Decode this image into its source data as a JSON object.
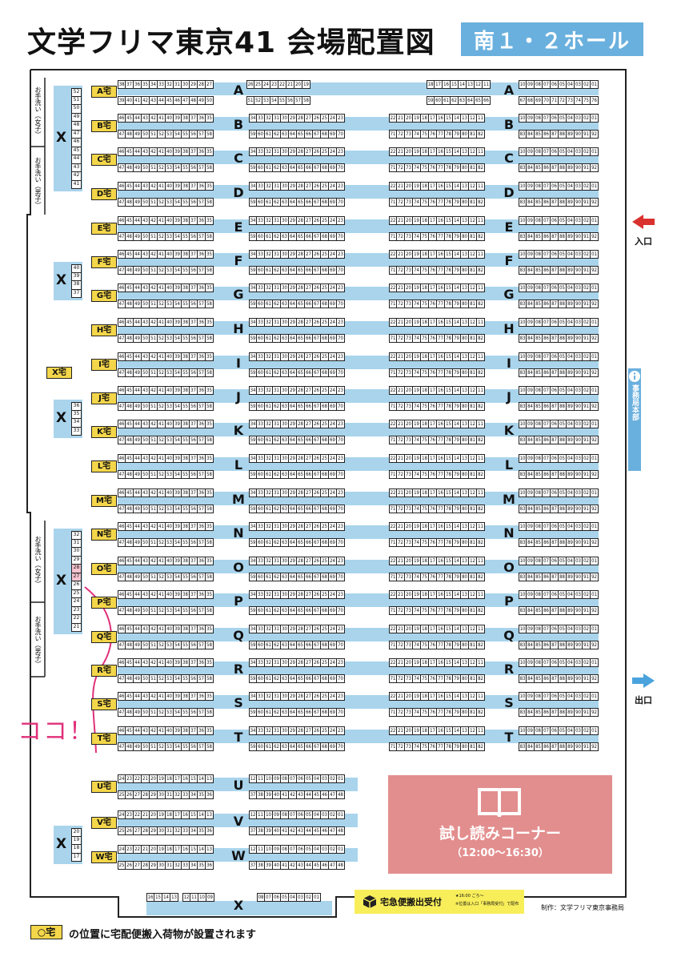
{
  "header": {
    "title": "文学フリマ東京41 会場配置図",
    "hall": "南１・２ホール"
  },
  "colors": {
    "band": "#a9d4ec",
    "accent": "#6ab0de",
    "delivery_yellow": "#f4d64a",
    "trial_corner": "#e38e8e",
    "entrance_arrow": "#d9322e",
    "exit_arrow": "#4aa3dc",
    "annotation": "#e0307a"
  },
  "top_row": {
    "letter": "A",
    "delivery_label": "A宅",
    "top": {
      "g1": [
        38,
        37,
        36,
        35,
        34,
        33,
        32,
        31,
        30,
        29,
        28,
        27
      ],
      "g2": [
        26,
        25,
        24,
        23,
        22,
        21,
        20,
        19
      ],
      "g3": [
        18,
        17,
        16,
        15,
        14,
        13,
        12,
        11
      ],
      "g4": [
        "10",
        "09",
        "08",
        "07",
        "06",
        "05",
        "04",
        "03",
        "02",
        "01"
      ]
    },
    "bottom": {
      "g1": [
        39,
        40,
        41,
        42,
        43,
        44,
        45,
        46,
        47,
        48,
        49,
        50
      ],
      "g2": [
        51,
        52,
        53,
        54,
        55,
        56,
        57,
        58
      ],
      "g3": [
        59,
        60,
        61,
        62,
        63,
        64,
        65,
        66
      ],
      "g4": [
        67,
        68,
        69,
        70,
        71,
        72,
        73,
        74,
        75,
        76
      ]
    }
  },
  "standard_numbers": {
    "top": {
      "g1": [
        46,
        45,
        44,
        43,
        42,
        41,
        40,
        39,
        38,
        37,
        36,
        35
      ],
      "g2": [
        34,
        33,
        32,
        31,
        30,
        29,
        28,
        27,
        26,
        25,
        24,
        23
      ],
      "g3": [
        22,
        21,
        20,
        19,
        18,
        17,
        16,
        15,
        14,
        13,
        12,
        11
      ],
      "g4": [
        "10",
        "09",
        "08",
        "07",
        "06",
        "05",
        "04",
        "03",
        "02",
        "01"
      ]
    },
    "bottom": {
      "g1": [
        47,
        48,
        49,
        50,
        51,
        52,
        53,
        54,
        55,
        56,
        57,
        58
      ],
      "g2": [
        59,
        60,
        61,
        62,
        63,
        64,
        65,
        66,
        67,
        68,
        69,
        70
      ],
      "g3": [
        71,
        72,
        73,
        74,
        75,
        76,
        77,
        78,
        79,
        80,
        81,
        82
      ],
      "g4": [
        83,
        84,
        85,
        86,
        87,
        88,
        89,
        90,
        91,
        92
      ]
    }
  },
  "standard_rows": [
    {
      "letter": "B",
      "delivery": "B宅"
    },
    {
      "letter": "C",
      "delivery": "C宅"
    },
    {
      "letter": "D",
      "delivery": "D宅"
    },
    {
      "letter": "E",
      "delivery": "E宅"
    },
    {
      "letter": "F",
      "delivery": "F宅"
    },
    {
      "letter": "G",
      "delivery": "G宅"
    },
    {
      "letter": "H",
      "delivery": "H宅"
    },
    {
      "letter": "I",
      "delivery": "I宅"
    },
    {
      "letter": "J",
      "delivery": "J宅"
    },
    {
      "letter": "K",
      "delivery": "K宅"
    },
    {
      "letter": "L",
      "delivery": "L宅"
    },
    {
      "letter": "M",
      "delivery": "M宅"
    },
    {
      "letter": "N",
      "delivery": "N宅"
    },
    {
      "letter": "O",
      "delivery": "O宅"
    },
    {
      "letter": "P",
      "delivery": "P宅"
    },
    {
      "letter": "Q",
      "delivery": "Q宅"
    },
    {
      "letter": "R",
      "delivery": "R宅"
    },
    {
      "letter": "S",
      "delivery": "S宅"
    },
    {
      "letter": "T",
      "delivery": "T宅"
    }
  ],
  "short_numbers": {
    "top": {
      "g1": [
        24,
        23,
        22,
        21,
        20,
        19,
        18,
        17,
        16,
        15,
        14,
        13
      ],
      "g2": [
        12,
        11,
        10,
        "09",
        "08",
        "07",
        "06",
        "05",
        "04",
        "03",
        "02",
        "01"
      ]
    },
    "bottom": {
      "g1": [
        25,
        26,
        27,
        28,
        29,
        30,
        31,
        32,
        33,
        34,
        35,
        36
      ],
      "g2": [
        37,
        38,
        39,
        40,
        41,
        42,
        43,
        44,
        45,
        46,
        47,
        48
      ]
    }
  },
  "short_rows": [
    {
      "letter": "U",
      "delivery": "U宅"
    },
    {
      "letter": "V",
      "delivery": "V宅"
    },
    {
      "letter": "W",
      "delivery": "W宅"
    }
  ],
  "bottom_x": {
    "letter": "X",
    "g1": [
      16,
      15,
      14,
      13
    ],
    "g2": [
      12,
      11,
      10,
      "09"
    ],
    "g3": [
      "08",
      "07",
      "06",
      "05",
      "04",
      "03",
      "02",
      "01"
    ]
  },
  "x_blocks": [
    {
      "letter": "X",
      "numbers": [
        52,
        51,
        50,
        49,
        48,
        47,
        46,
        45,
        44,
        43,
        42,
        41
      ]
    },
    {
      "letter": "X",
      "numbers": [
        40,
        39,
        38,
        37
      ]
    },
    {
      "letter": "X",
      "numbers": [
        36,
        35,
        34,
        33
      ]
    },
    {
      "letter": "X",
      "numbers": [
        32,
        31,
        30,
        29,
        28,
        27,
        26,
        25,
        24,
        23,
        22,
        21
      ]
    },
    {
      "letter": "X",
      "numbers": [
        20,
        19,
        18,
        17
      ]
    }
  ],
  "x_delivery": "X宅",
  "restrooms": {
    "women": "お手洗い（女子）",
    "men": "お手洗い（男子）"
  },
  "entrance": "入口",
  "exit": "出口",
  "info_desk": "事務局本部",
  "trial_corner": {
    "label": "試し読みコーナー",
    "time": "（12:00〜16:30）"
  },
  "delivery_desk": {
    "label": "宅急便搬出受付",
    "note1": "★16:00 ごろ〜",
    "note2": "※位置は入口「事務局受付」で配布"
  },
  "credit": "制作：文学フリマ東京事務局",
  "legend": {
    "box": "○宅",
    "text": "の位置に宅配便搬入荷物が設置されます"
  },
  "annotation": "ココ！"
}
